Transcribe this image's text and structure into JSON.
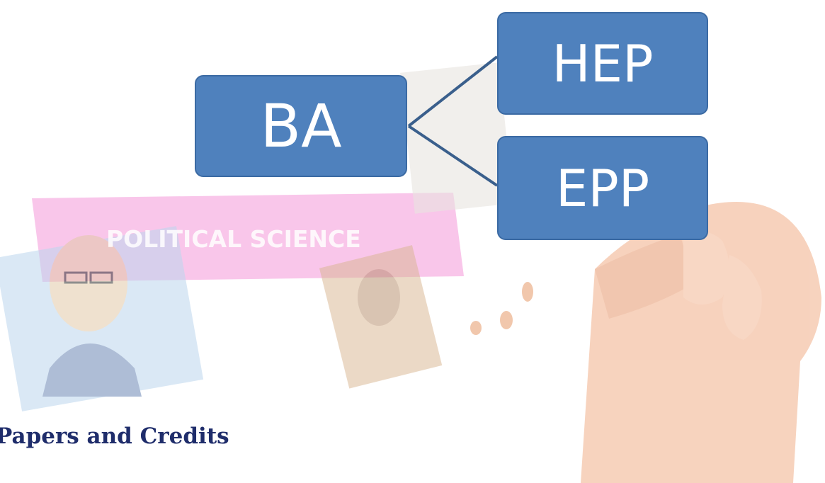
{
  "diagram": {
    "root": {
      "label": "BA"
    },
    "children": [
      {
        "label": "HEP"
      },
      {
        "label": "EPP"
      }
    ],
    "node_color": "#4f81bd",
    "connector_color": "#3a5f8c"
  },
  "background": {
    "banner_text": "POLITICAL SCIENCE",
    "banner_color": "#f6a7df"
  },
  "footer": {
    "title": "Papers and Credits",
    "title_color": "#1f2d6b"
  }
}
